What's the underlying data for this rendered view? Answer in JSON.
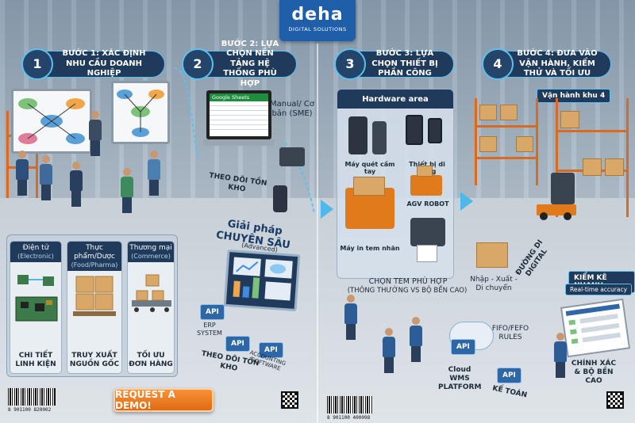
{
  "logo": {
    "mark": "deha",
    "subtitle": "DIGITAL SOLUTIONS"
  },
  "steps": [
    {
      "num": "1",
      "label": "BƯỚC 1: XÁC ĐỊNH NHU CẦU DOANH NGHIỆP"
    },
    {
      "num": "2",
      "label": "BƯỚC 2: LỰA CHỌN NỀN TẢNG HỆ THỐNG PHÙ HỢP"
    },
    {
      "num": "3",
      "label": "BƯỚC 3: LỰA CHỌN THIẾT BỊ PHẦN CÔNG"
    },
    {
      "num": "4",
      "label": "BƯỚC 4: ĐƯA VÀO VẬN HÀNH, KIỂM THỬ VÀ TỐI ƯU"
    }
  ],
  "industries": [
    {
      "title": "Điện tử",
      "sub": "(Electronic)",
      "footer": "CHI TIẾT LINH KIỆN"
    },
    {
      "title": "Thực phẩm/Dược",
      "sub": "(Food/Pharma)",
      "footer": "TRUY XUẤT NGUỒN GỐC"
    },
    {
      "title": "Thương mại",
      "sub": "(Commerce)",
      "footer": "TỐI ƯU ĐƠN HÀNG"
    }
  ],
  "step2": {
    "sheet_label": "Google Sheets",
    "manual_label": "Manual/ Cơ bản (SME)",
    "track_label_1": "THEO DÕI TỒN KHO",
    "advanced_title": "Giải pháp CHUYÊN SÂU",
    "advanced_sub": "(Advanced)",
    "api_labels": [
      "API",
      "API",
      "API"
    ],
    "erp_label": "ERP SYSTEM",
    "accounting_label": "ACCOUNTING SOFTWARE",
    "track_label_2": "THEO DÕI TỒN KHO",
    "demo_button": "REQUEST A DEMO!"
  },
  "step3": {
    "hardware_title": "Hardware area",
    "devices": [
      {
        "label": "Máy quét cầm tay"
      },
      {
        "label": "Thiết bị di động"
      },
      {
        "label": "AGV ROBOT"
      },
      {
        "label": "Máy in tem nhãn"
      }
    ],
    "stamp_title": "CHỌN TEM PHÙ HỢP",
    "stamp_sub": "(THÔNG THƯỜNG VS BỘ BỀN CAO)",
    "fifo_label": "FIFO/FEFO RULES",
    "cloud_api": "API",
    "cloud_label": "Cloud WMS PLATFORM",
    "accounting_api": "API",
    "accounting_label": "KẾ TOÁN"
  },
  "step4": {
    "zone_tag": "Vận hành khu 4",
    "flow_label": "Nhập - Xuất - Di chuyển",
    "digital_label": "ĐƯỜNG DI DIGITAL",
    "audit_title": "KIỂM KÊ NHANH",
    "audit_sub": "Real-time accuracy",
    "accuracy_label": "CHÍNH XÁC & BỘ BỀN CAO"
  },
  "barcodes": [
    {
      "digits": "8 901100 820002"
    },
    {
      "digits": "8 901100 400098"
    }
  ],
  "colors": {
    "navy": "#1f3a5a",
    "cyan": "#5cc1f0",
    "orange": "#e06a12",
    "brand": "#1f5ea8"
  }
}
